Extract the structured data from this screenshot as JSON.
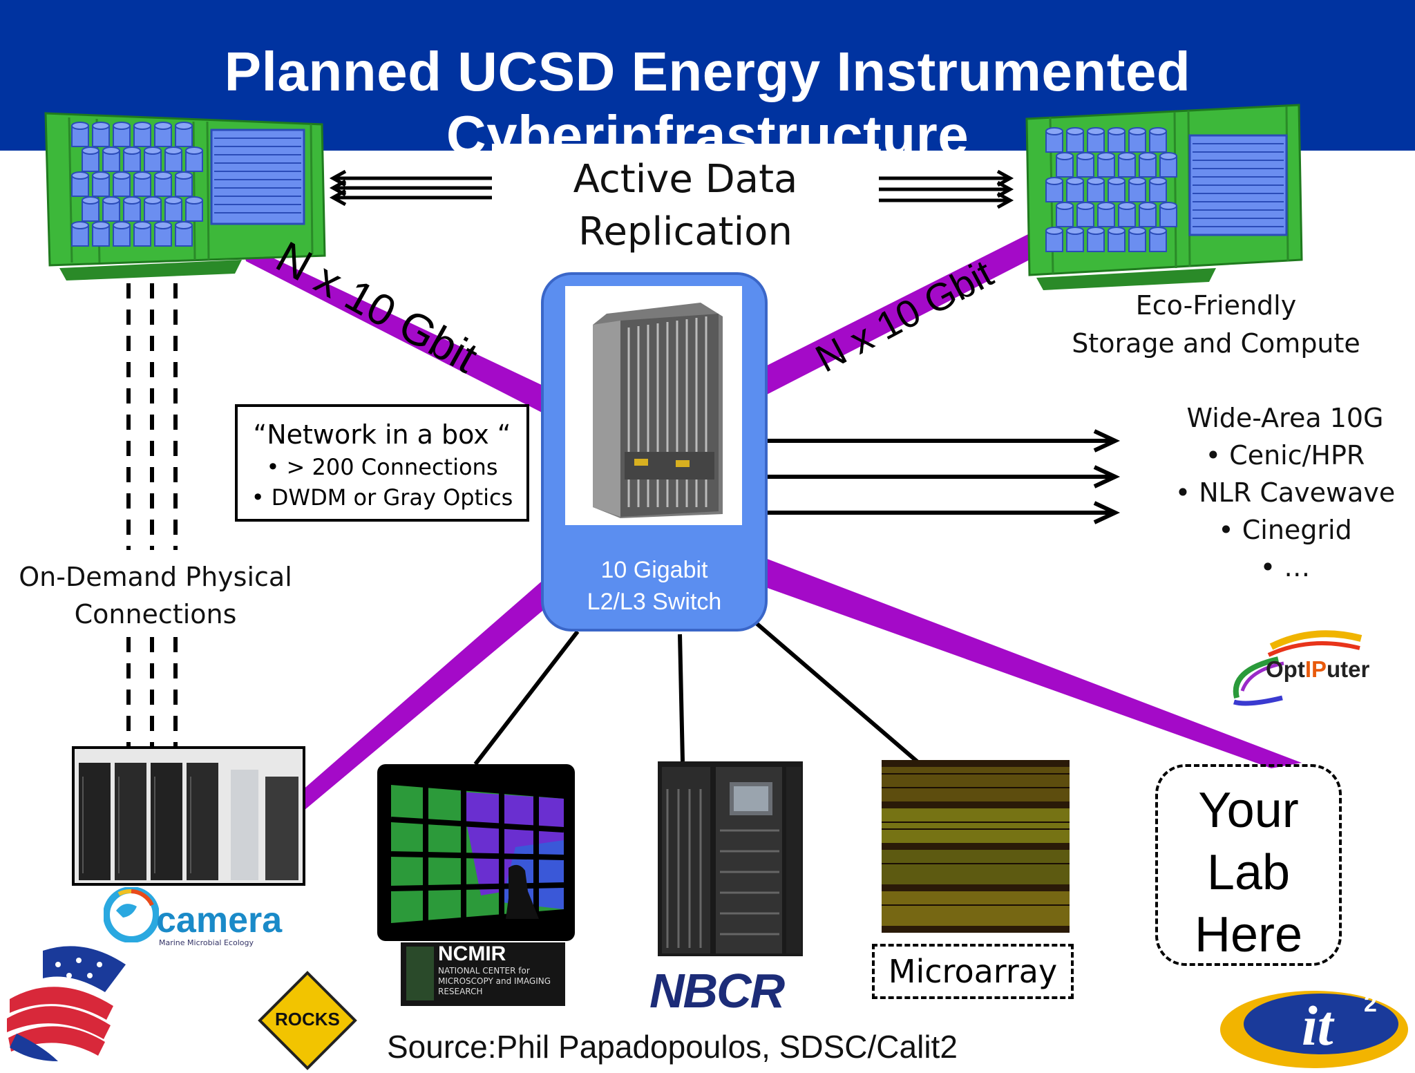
{
  "title": "Planned UCSD Energy Instrumented Cyberinfrastructure",
  "replication": {
    "line1": "Active Data",
    "line2": "Replication"
  },
  "links": {
    "left_label": "N x 10 Gbit",
    "right_label": "N x 10 Gbit"
  },
  "eco": {
    "line1": "Eco-Friendly",
    "line2": "Storage and Compute"
  },
  "network_box": {
    "heading": "“Network  in a box “",
    "items": [
      "> 200 Connections",
      "DWDM or Gray Optics"
    ]
  },
  "wide_area": {
    "heading": "Wide-Area 10G",
    "items": [
      "Cenic/HPR",
      "NLR Cavewave",
      "Cinegrid",
      "…"
    ]
  },
  "on_demand": {
    "line1": "On-Demand Physical",
    "line2": "Connections"
  },
  "switch": {
    "line1": "10 Gigabit",
    "line2": "L2/L3 Switch"
  },
  "your_lab": {
    "line1": "Your",
    "line2": "Lab",
    "line3": "Here"
  },
  "microarray_label": "Microarray",
  "logos": {
    "camera": "camera",
    "camera_sub": "Marine Microbial Ecology",
    "ncmir_title": "NCMIR",
    "ncmir_sub": "NATIONAL CENTER for MICROSCOPY and IMAGING RESEARCH",
    "nbcr": "NBCR",
    "rocks": "ROCKS",
    "optiputer_a": "Opt",
    "optiputer_b": "IP",
    "optiputer_c": "uter",
    "it2": "it"
  },
  "source": "Source:Phil Papadopoulos, SDSC/Calit2",
  "colors": {
    "title_bar": "#0033a0",
    "container": "#3db83a",
    "drive": "#6b8ef0",
    "link": "#a40ac8",
    "switch": "#5b8ef0"
  },
  "icons": [
    "storage-container-icon",
    "switch-chassis-icon",
    "arrow-right-icon",
    "camera-logo",
    "ncmir-logo",
    "nbcr-logo",
    "rocks-logo",
    "optiputer-logo",
    "it2-logo",
    "flag-logo"
  ]
}
